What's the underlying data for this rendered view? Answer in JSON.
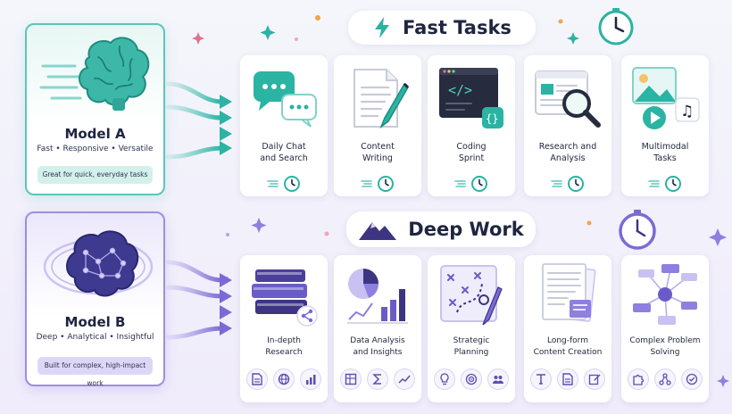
{
  "fast_tasks": {
    "header": "Fast Tasks",
    "model": {
      "name": "Model A",
      "traits": "Fast • Responsive • Versatile",
      "note": "Great for quick, everyday tasks"
    },
    "tasks": [
      {
        "label": "Daily Chat\nand Search"
      },
      {
        "label": "Content\nWriting"
      },
      {
        "label": "Coding\nSprint"
      },
      {
        "label": "Research and\nAnalysis"
      },
      {
        "label": "Multimodal\nTasks"
      }
    ]
  },
  "deep_work": {
    "header": "Deep Work",
    "model": {
      "name": "Model B",
      "traits": "Deep • Analytical • Insightful",
      "note": "Built for complex, high-impact work"
    },
    "tasks": [
      {
        "label": "In-depth\nResearch",
        "icons": [
          "document-icon",
          "globe-icon",
          "bar-chart-icon"
        ]
      },
      {
        "label": "Data Analysis\nand Insights",
        "icons": [
          "table-icon",
          "sigma-icon",
          "trend-line-icon"
        ]
      },
      {
        "label": "Strategic\nPlanning",
        "icons": [
          "lightbulb-icon",
          "target-icon",
          "team-icon"
        ]
      },
      {
        "label": "Long-form\nContent Creation",
        "icons": [
          "text-icon",
          "document-icon",
          "edit-icon"
        ]
      },
      {
        "label": "Complex Problem\nSolving",
        "icons": [
          "puzzle-icon",
          "network-icon",
          "check-circle-icon"
        ]
      }
    ]
  },
  "colors": {
    "teal": "#2bb3a3",
    "teal_light": "#5cc6b8",
    "purple": "#7b6ad6",
    "purple_dark": "#3d3582",
    "text": "#1f2540"
  }
}
